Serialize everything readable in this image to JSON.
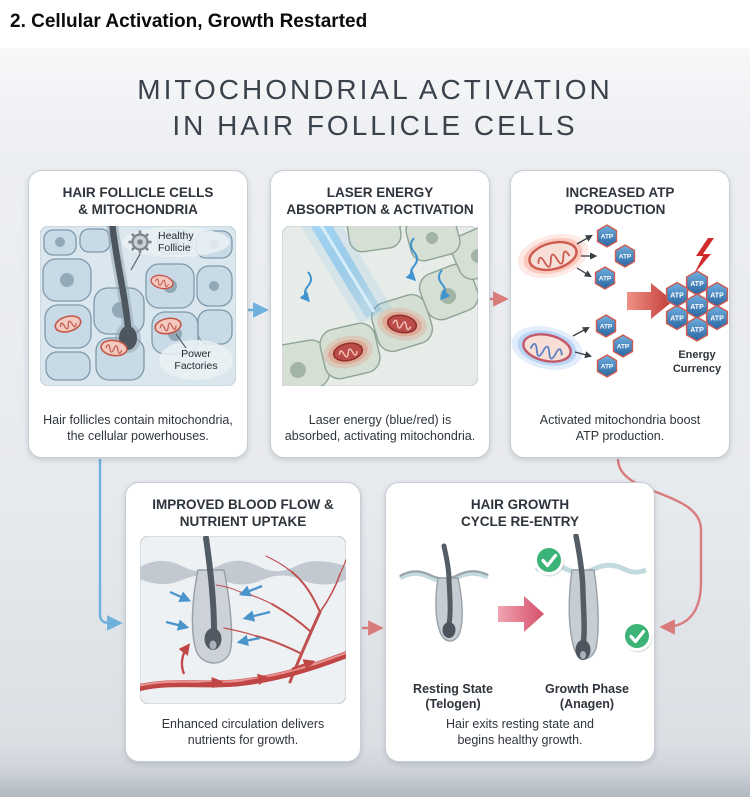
{
  "page": {
    "heading": "2. Cellular Activation, Growth Restarted",
    "title_line1": "MITOCHONDRIAL ACTIVATION",
    "title_line2": "IN HAIR FOLLICLE CELLS"
  },
  "colors": {
    "flow_blue": "#6fb0dd",
    "flow_red": "#d97c7c",
    "atp_hex_blue": "#2d6aa6",
    "lightning_red": "#d02c2c",
    "check_green": "#3cb477",
    "mitochondria_red": "#c4564a",
    "title_text": "#3a424c"
  },
  "icons": {
    "gear": "gear-icon",
    "lightning_bolt": "lightning-bolt-icon",
    "checkmark": "checkmark-icon",
    "flow_arrow": "arrow-right"
  },
  "panels": {
    "follicle": {
      "title_line1": "HAIR FOLLICLE CELLS",
      "title_line2": "& MITOCHONDRIA",
      "label_healthy_line1": "Healthy",
      "label_healthy_line2": "Follicie",
      "label_power_line1": "Power",
      "label_power_line2": "Factories",
      "caption_line1": "Hair follicles contain mitochondria,",
      "caption_line2": "the cellular powerhouses."
    },
    "laser": {
      "title_line1": "LASER ENERGY",
      "title_line2": "ABSORPTION & ACTIVATION",
      "caption_line1": "Laser energy (blue/red) is",
      "caption_line2": "absorbed, activating mitochondria."
    },
    "atp": {
      "title_line1": "INCREASED ATP",
      "title_line2": "PRODUCTION",
      "atp_label": "ATP",
      "energy_line1": "Energy",
      "energy_line2": "Currency",
      "caption_line1": "Activated mitochondria boost",
      "caption_line2": "ATP production."
    },
    "blood": {
      "title_line1": "IMPROVED BLOOD FLOW &",
      "title_line2": "NUTRIENT UPTAKE",
      "caption_line1": "Enhanced circulation delivers",
      "caption_line2": "nutrients for growth."
    },
    "growth": {
      "title_line1": "HAIR GROWTH",
      "title_line2": "CYCLE RE-ENTRY",
      "label_resting_line1": "Resting State",
      "label_resting_line2": "(Telogen)",
      "label_growth_line1": "Growth Phase",
      "label_growth_line2": "(Anagen)",
      "caption_line1": "Hair exits resting state and",
      "caption_line2": "begins healthy growth."
    }
  }
}
